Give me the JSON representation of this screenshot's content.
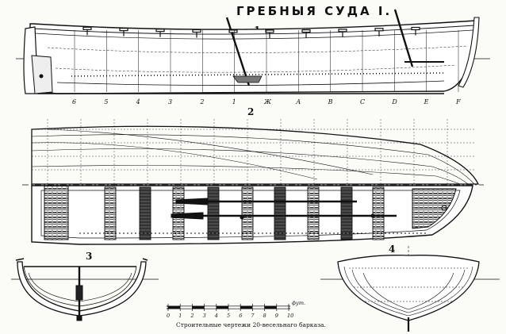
{
  "title": "ГРЕБНЫЯ СУДА I.",
  "figure_numbers": [
    "1",
    "2",
    "3",
    "4"
  ],
  "stations": [
    "6",
    "5",
    "4",
    "3",
    "2",
    "1",
    "Ж",
    "A",
    "B",
    "C",
    "D",
    "E",
    "F"
  ],
  "scale": {
    "ticks": [
      "0",
      "1",
      "2",
      "3",
      "4",
      "5",
      "6",
      "7",
      "8",
      "9",
      "10"
    ],
    "unit": "фут."
  },
  "caption": "Строительные чертежи 20-весельнаго барказа."
}
